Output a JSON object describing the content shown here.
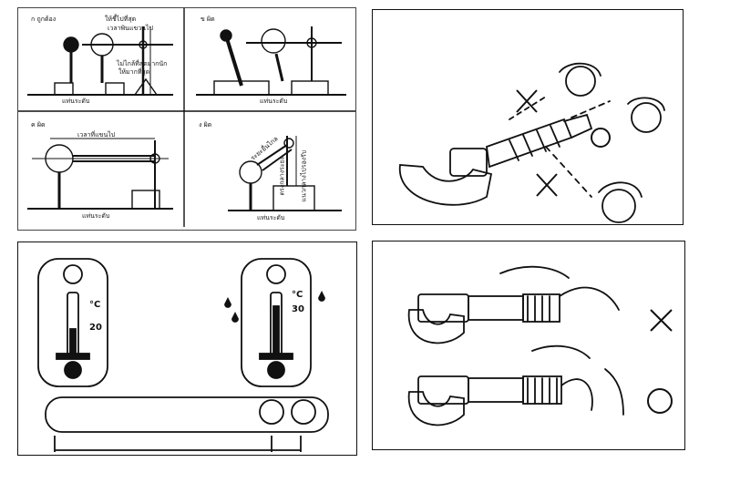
{
  "panel_a": {
    "q1": {
      "marker": "ก ถูกต้อง",
      "note_top": "ให้ชี้ไปที่สุด",
      "note_mid": "เวลาพินแขวนไป",
      "note_low": "ไม่ไกล้ที่สุดมากนัก",
      "note_low2": "ให้มากที่สุด",
      "base": "แท่นระดับ"
    },
    "q2": {
      "marker": "ข ผิด",
      "base": "แท่นระดับ"
    },
    "q3": {
      "marker": "ค ผิด",
      "note_top": "เวลาที่แขนไป",
      "base": "แท่นระดับ"
    },
    "q4": {
      "marker": "ง ผิด",
      "note1": "ระยะยื่นไกล",
      "note2": "ตรงกลางระยะ",
      "note3": "แนวกลางไปรองรับ",
      "base": "แท่นระดับ"
    }
  },
  "panel_c": {
    "left_temp": "20",
    "right_temp": "30",
    "unit_left": "°C",
    "unit_right": "°C"
  },
  "icons": {
    "wrong_mark": "x-mark-icon",
    "correct_mark": "o-mark-icon"
  }
}
